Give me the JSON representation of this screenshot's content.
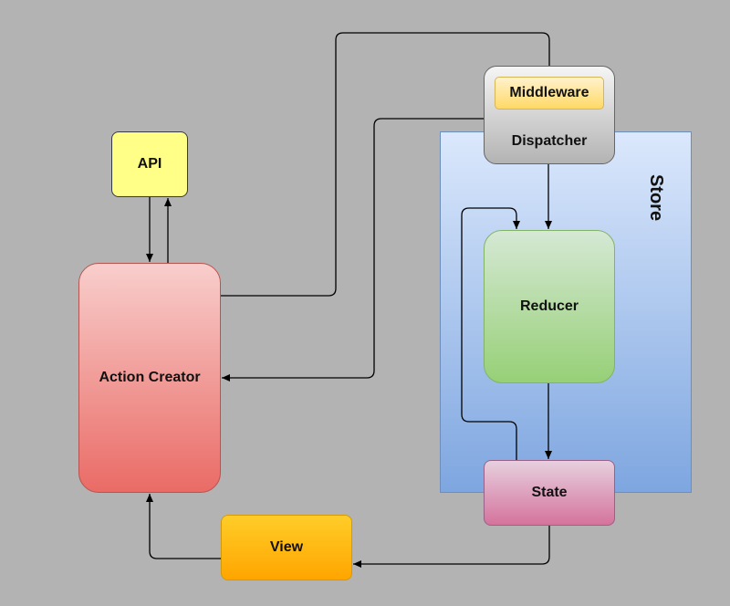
{
  "diagram": {
    "nodes": {
      "store": "Store",
      "api": "API",
      "action_creator": "Action Creator",
      "middleware": "Middleware",
      "dispatcher": "Dispatcher",
      "reducer": "Reducer",
      "state": "State",
      "view": "View"
    },
    "edges": [
      {
        "from": "API",
        "to": "Action Creator"
      },
      {
        "from": "Action Creator",
        "to": "API"
      },
      {
        "from": "Action Creator",
        "to": "Middleware"
      },
      {
        "from": "Middleware",
        "to": "Action Creator"
      },
      {
        "from": "Dispatcher",
        "to": "Reducer"
      },
      {
        "from": "Reducer",
        "to": "State"
      },
      {
        "from": "State",
        "to": "Reducer"
      },
      {
        "from": "State",
        "to": "View"
      },
      {
        "from": "View",
        "to": "Action Creator"
      }
    ]
  }
}
